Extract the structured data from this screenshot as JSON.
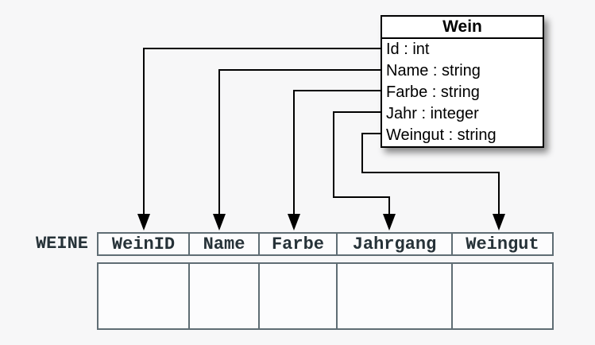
{
  "diagram": {
    "class_box": {
      "title": "Wein",
      "attributes": [
        "Id : int",
        "Name : string",
        "Farbe : string",
        "Jahr : integer",
        "Weingut : string"
      ]
    },
    "table": {
      "label": "WEINE",
      "columns": [
        "WeinID",
        "Name",
        "Farbe",
        "Jahrgang",
        "Weingut"
      ],
      "body_row_count": 1,
      "body_cells_empty": true
    },
    "mappings": [
      {
        "from": "Id",
        "to": "WeinID"
      },
      {
        "from": "Name",
        "to": "Name"
      },
      {
        "from": "Farbe",
        "to": "Farbe"
      },
      {
        "from": "Jahr",
        "to": "Jahrgang"
      },
      {
        "from": "Weingut",
        "to": "Weingut"
      }
    ],
    "colors": {
      "background": "#f7f7f8",
      "connector_line": "#000000",
      "class_box_border": "#000000",
      "class_box_fill": "#ffffff",
      "table_border": "#5f6d74",
      "table_text": "#263238",
      "table_cell_fill": "#fcfcfd"
    }
  }
}
